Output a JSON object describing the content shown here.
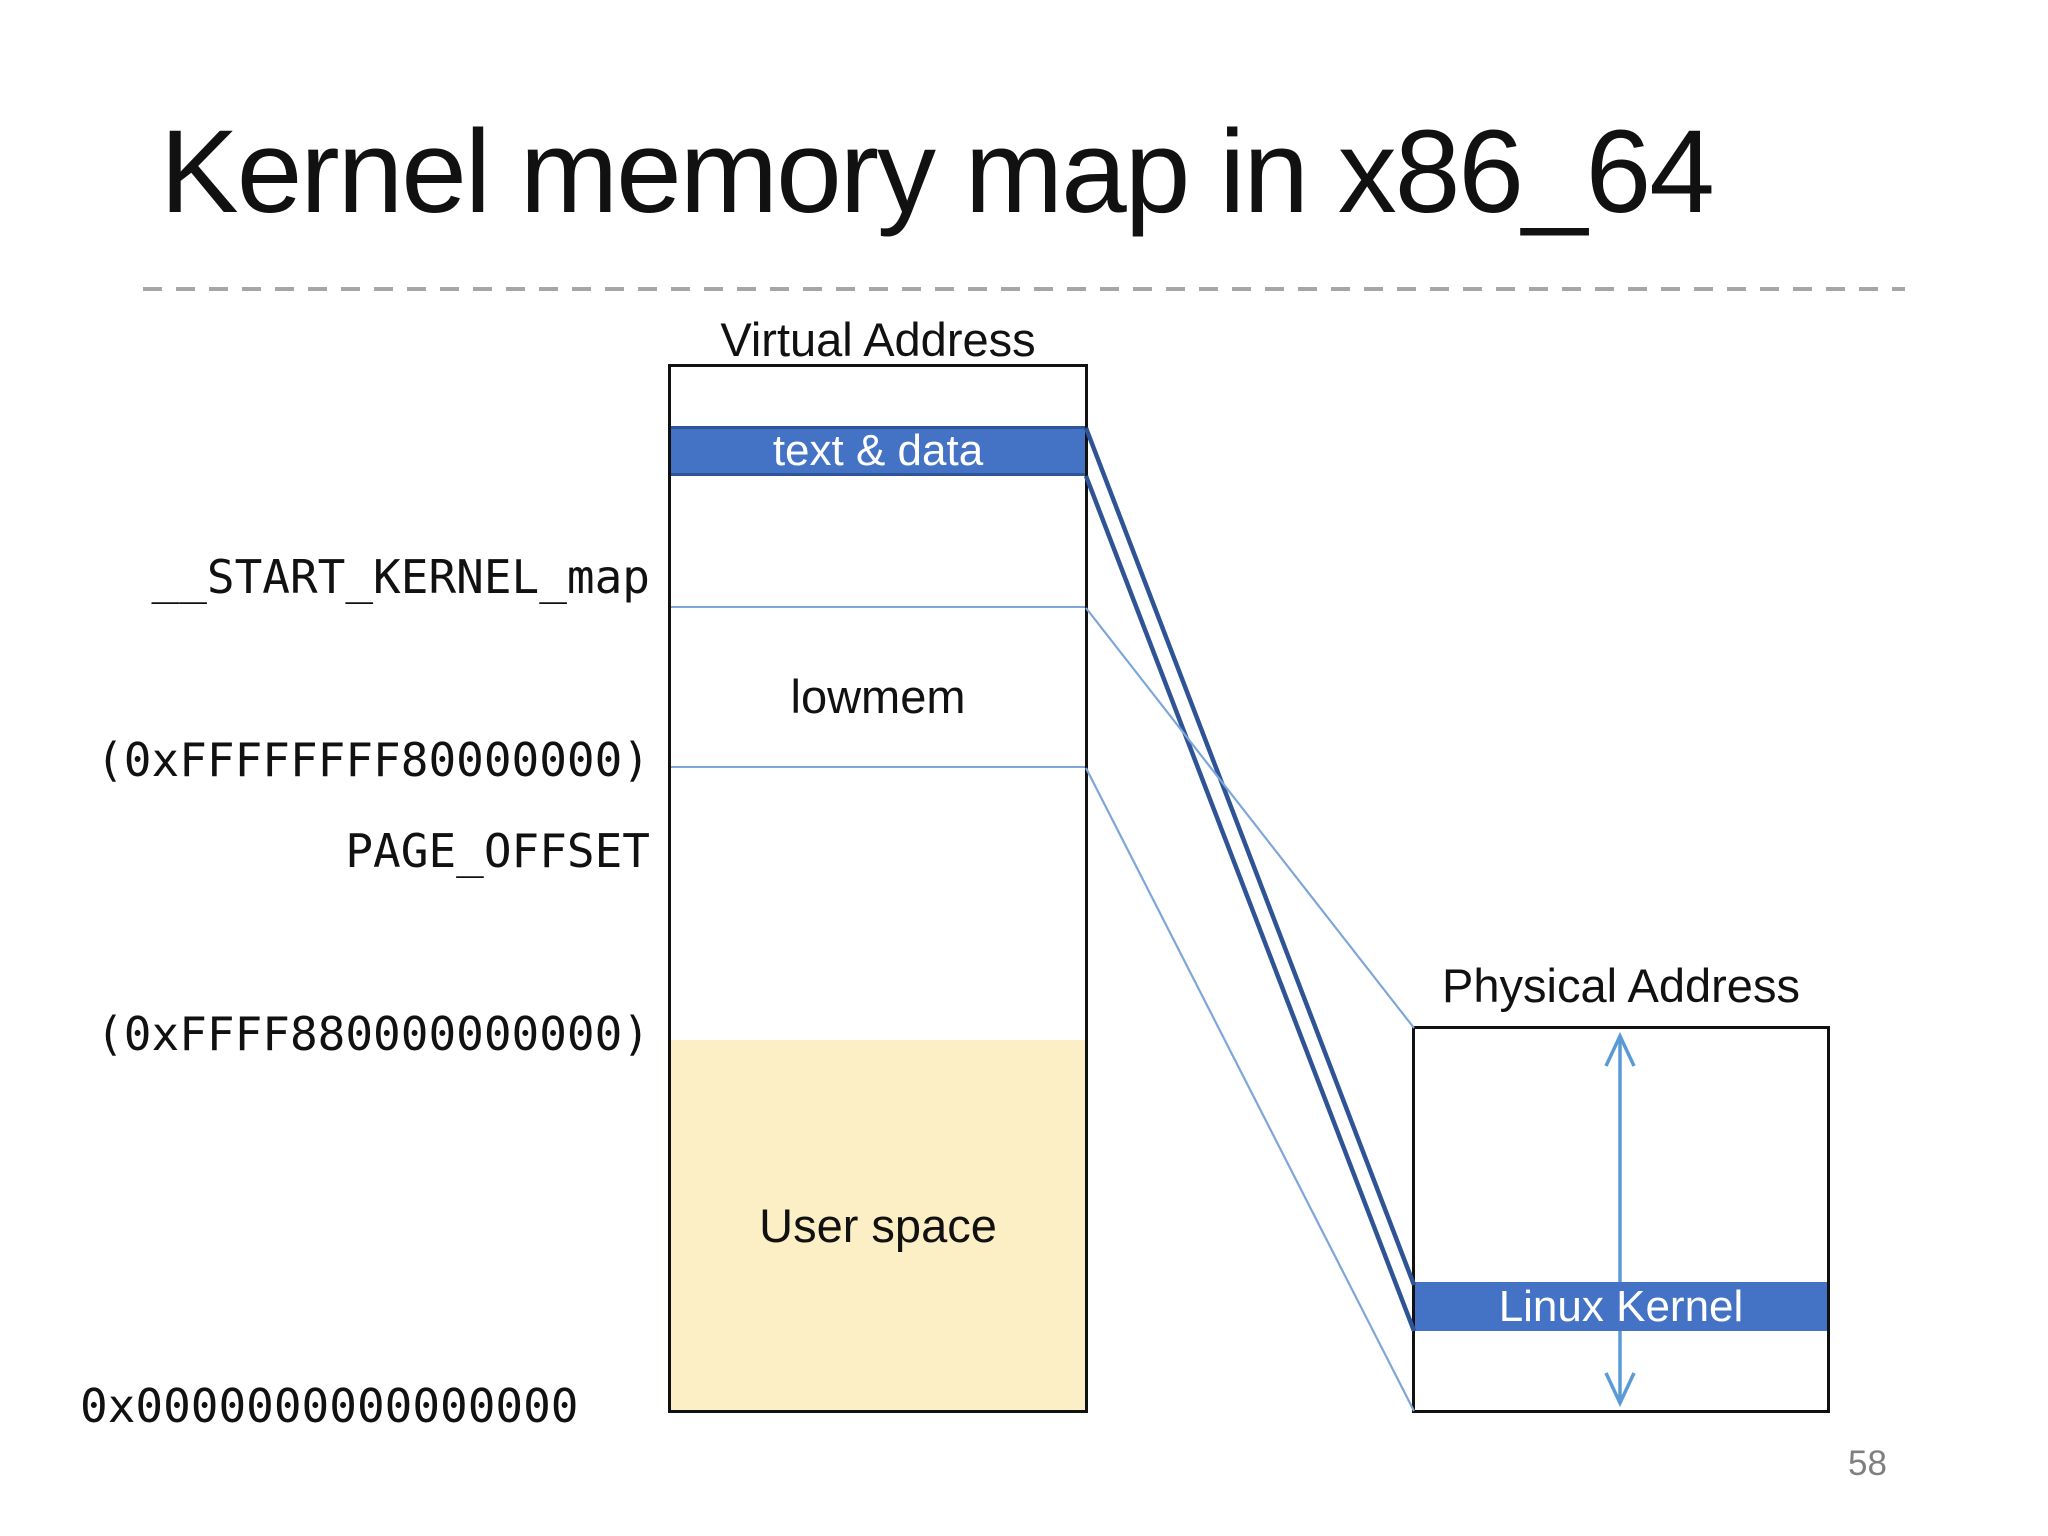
{
  "slide": {
    "title": "Kernel memory map in x86_64",
    "page_number": "58"
  },
  "virtual_memory": {
    "heading": "Virtual Address",
    "text_data_label": "text & data",
    "lowmem_label": "lowmem",
    "user_space_label": "User space"
  },
  "physical_memory": {
    "heading": "Physical Address",
    "linux_kernel_label": "Linux Kernel"
  },
  "address_labels": {
    "start_kernel_name": "__START_KERNEL_map",
    "start_kernel_value": "(0xFFFFFFFF80000000)",
    "page_offset_name": "PAGE_OFFSET",
    "page_offset_value": "(0xFFFF880000000000)",
    "zero_value": "0x0000000000000000"
  },
  "colors": {
    "band_fill": "#4472C4",
    "band_border": "#2E5597",
    "connector_dark": "#2F5496",
    "connector_light": "#7EA6D9",
    "arrow_blue": "#5B9BD5",
    "user_space_fill": "#FCEFC5",
    "divider_gray": "#A6A6A6",
    "page_number_gray": "#7F7F7F",
    "box_border": "#111111"
  }
}
